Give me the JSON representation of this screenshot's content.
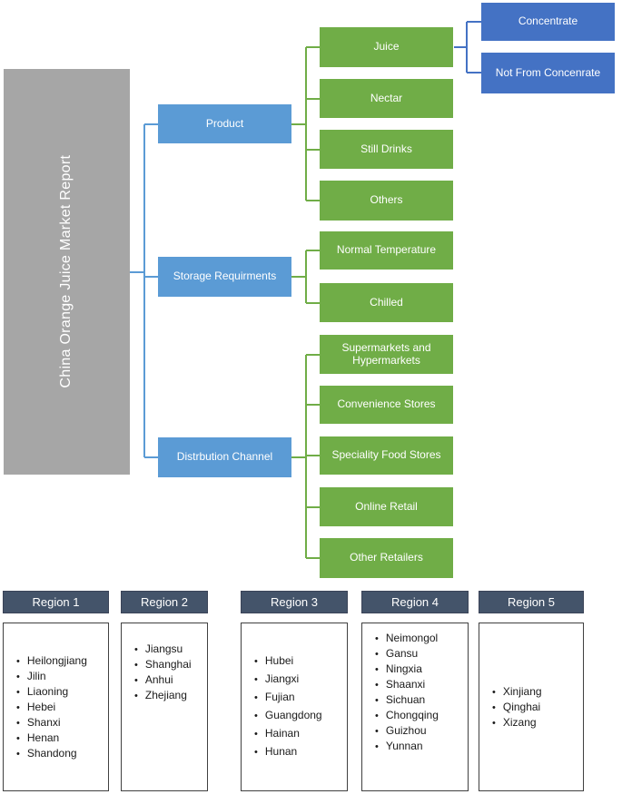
{
  "palette": {
    "title_bg": "#A6A6A6",
    "category_bg": "#5B9BD5",
    "leaf_bg": "#70AD47",
    "sub_bg": "#4472C4",
    "region_header_bg": "#44546A",
    "connector_blue": "#5B9BD5",
    "connector_green": "#70AD47",
    "connector_dark_blue": "#4472C4",
    "text_light": "#FFFFFF",
    "list_text": "#1A1A1A"
  },
  "title": "China Orange Juice Market Report",
  "tree": {
    "categories": [
      {
        "label": "Product",
        "children": [
          "Juice",
          "Nectar",
          "Still Drinks",
          "Others"
        ]
      },
      {
        "label": "Storage Requirments",
        "children": [
          "Normal Temperature",
          "Chilled"
        ]
      },
      {
        "label": "Distrbution Channel",
        "children": [
          "Supermarkets and Hypermarkets",
          "Convenience Stores",
          "Speciality Food Stores",
          "Online Retail",
          "Other Retailers"
        ]
      }
    ],
    "juice_children": [
      "Concentrate",
      "Not From Concenrate"
    ]
  },
  "regions": [
    {
      "label": "Region 1",
      "provinces": [
        "Heilongjiang",
        "Jilin",
        "Liaoning",
        "Hebei",
        "Shanxi",
        "Henan",
        "Shandong"
      ]
    },
    {
      "label": "Region 2",
      "provinces": [
        "Jiangsu",
        "Shanghai",
        "Anhui",
        "Zhejiang"
      ]
    },
    {
      "label": "Region 3",
      "provinces": [
        "Hubei",
        "Jiangxi",
        "Fujian",
        "Guangdong",
        "Hainan",
        "Hunan"
      ]
    },
    {
      "label": "Region 4",
      "provinces": [
        "Neimongol",
        "Gansu",
        "Ningxia",
        "Shaanxi",
        "Sichuan",
        "Chongqing",
        "Guizhou",
        "Yunnan"
      ]
    },
    {
      "label": "Region 5",
      "provinces": [
        "Xinjiang",
        "Qinghai",
        "Xizang"
      ]
    }
  ]
}
